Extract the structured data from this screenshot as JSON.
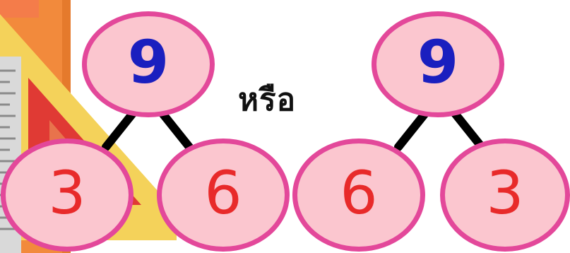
{
  "diagrams": [
    {
      "whole": "9",
      "parts": [
        "3",
        "6"
      ]
    },
    {
      "whole": "9",
      "parts": [
        "6",
        "3"
      ]
    }
  ],
  "connector_word": "หรือ",
  "colors": {
    "node_fill": "#fbc6cf",
    "node_border": "#e3489a",
    "whole_text": "#1a1fbf",
    "part_text": "#e82a2a",
    "link": "#000000"
  }
}
